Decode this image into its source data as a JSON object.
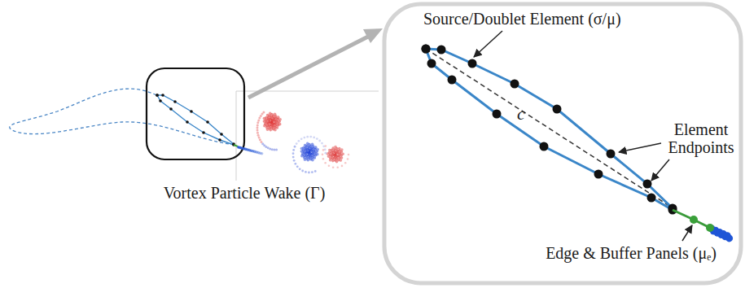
{
  "diagram": {
    "labels": [
      "Vortex Particle Wake (Γ)",
      "Source/Doublet Element (σ/μ)",
      "c",
      "Element Endpoints",
      "Edge & Buffer Panels (μₑ)"
    ]
  }
}
